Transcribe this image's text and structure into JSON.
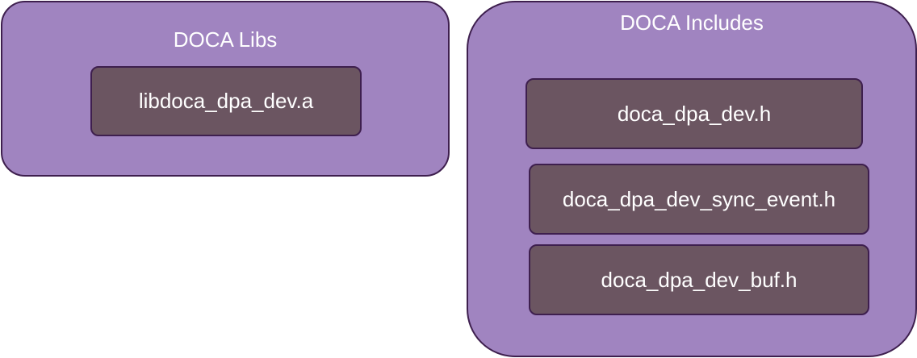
{
  "groups": {
    "libs": {
      "title": "DOCA Libs",
      "items": [
        "libdoca_dpa_dev.a"
      ]
    },
    "includes": {
      "title": "DOCA Includes",
      "items": [
        "doca_dpa_dev.h",
        "doca_dpa_dev_sync_event.h",
        "doca_dpa_dev_buf.h"
      ]
    }
  },
  "colors": {
    "group_fill": "#a084c0",
    "item_fill": "#6b5561",
    "border": "#3e1f4e",
    "text": "#ffffff"
  }
}
